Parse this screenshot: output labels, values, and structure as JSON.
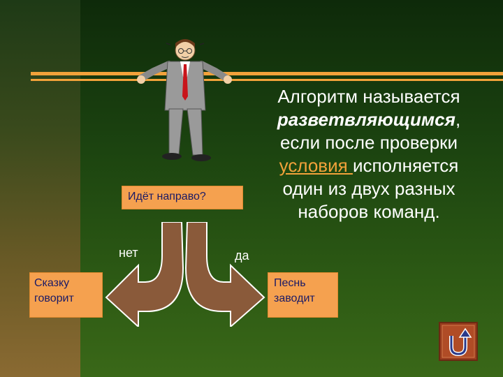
{
  "definition": {
    "line1": "Алгоритм называется",
    "term": "разветвляющимся",
    "comma": ",",
    "line3": "если после проверки",
    "condition": "условия ",
    "line4_rest": "исполняется",
    "line5": "один из двух разных",
    "line6": "наборов команд."
  },
  "question": "Идёт направо?",
  "branches": {
    "no_label": "нет",
    "yes_label": "да",
    "no_action": "Сказку говорит",
    "yes_action": "Песнь заводит"
  },
  "colors": {
    "accent": "#f2a23a",
    "box_fill": "#f5a14f",
    "arrow_fill": "#8a5a3a",
    "text": "#ffffff"
  },
  "icons": {
    "back": "u-turn-arrow-icon",
    "figure": "businessman-illustration"
  }
}
